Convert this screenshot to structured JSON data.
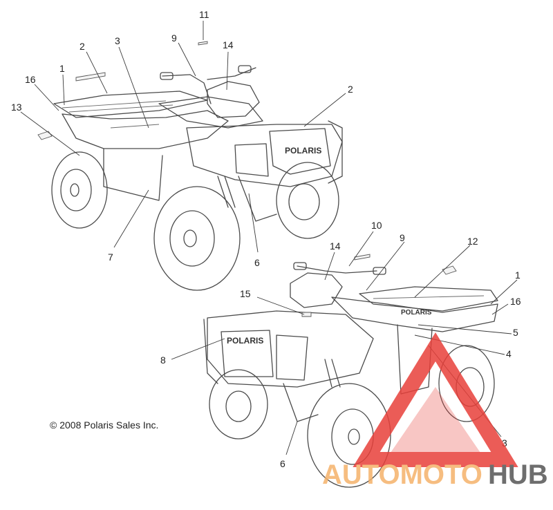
{
  "diagram": {
    "copyright": "© 2008 Polaris Sales Inc.",
    "brand_mark": "POLARIS",
    "callouts_top": [
      "11",
      "2",
      "3",
      "9",
      "14",
      "1",
      "16",
      "13",
      "2",
      "7",
      "6"
    ],
    "callouts_bottom": [
      "10",
      "9",
      "14",
      "12",
      "1",
      "15",
      "16",
      "5",
      "4",
      "8",
      "6",
      "3"
    ]
  },
  "watermark": {
    "part1": "AUTOMOTO",
    "part2": "HUB",
    "color_triangle": "#e8403a",
    "color_text1": "#f5b26b",
    "color_text2": "#555555"
  }
}
